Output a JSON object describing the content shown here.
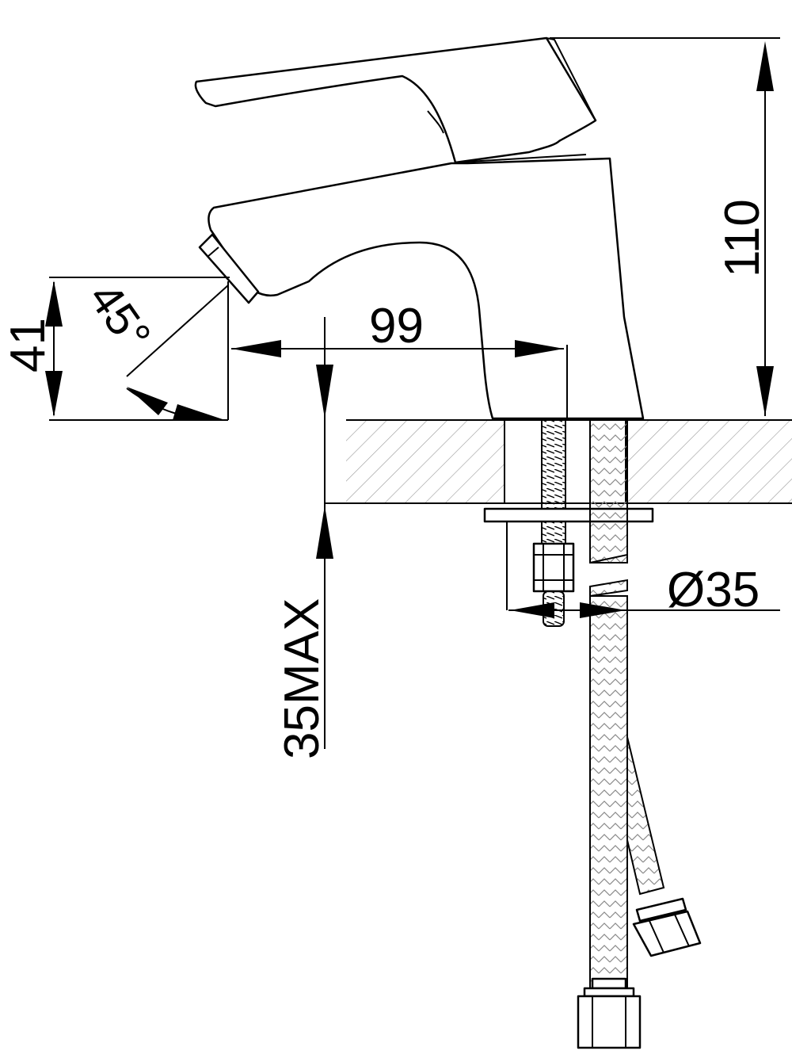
{
  "dimensions": {
    "height_total": "110",
    "spout_reach": "99",
    "spout_height": "41",
    "spout_angle": "45°",
    "mounting_hole": "Ø35",
    "max_thickness": "35MAX"
  }
}
